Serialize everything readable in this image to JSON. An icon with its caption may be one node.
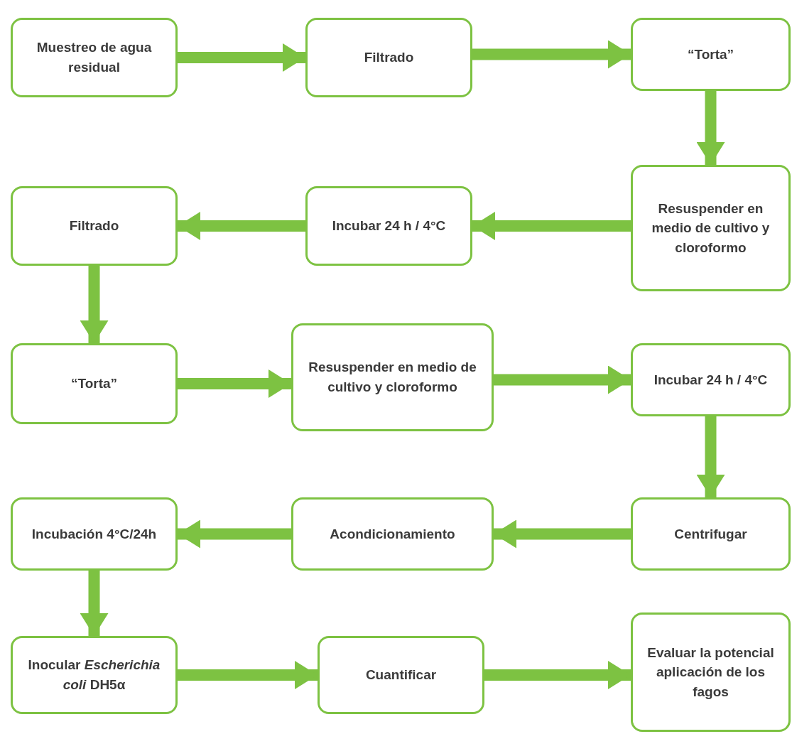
{
  "diagram": {
    "nodes": [
      {
        "text": [
          "Muestreo de agua residual"
        ]
      },
      {
        "text": [
          "Filtrado"
        ]
      },
      {
        "text": [
          "“Torta”"
        ]
      },
      {
        "text": [
          "Resuspender en medio de cultivo y cloroformo"
        ]
      },
      {
        "text": [
          "Incubar 24 h / 4°C"
        ]
      },
      {
        "text": [
          "Filtrado"
        ]
      },
      {
        "text": [
          "“Torta”"
        ]
      },
      {
        "text": [
          "Resuspender en medio de cultivo y cloroformo"
        ]
      },
      {
        "text": [
          "Incubar 24 h / 4°C"
        ]
      },
      {
        "text": [
          "Centrifugar"
        ]
      },
      {
        "text": [
          "Acondicionamiento"
        ]
      },
      {
        "text": [
          "Incubación 4°C/24h"
        ]
      },
      {
        "text": [
          "Inocular *Escherichia coli* DH5α"
        ]
      },
      {
        "text": [
          "Cuantificar"
        ]
      },
      {
        "text": [
          "Evaluar la potencial aplicación de los fagos"
        ]
      }
    ],
    "edges": [
      {
        "from": 0,
        "to": 1,
        "arrow": "to"
      },
      {
        "from": 1,
        "to": 2,
        "arrow": "to"
      },
      {
        "from": 2,
        "to": 3,
        "arrow": "to"
      },
      {
        "from": 3,
        "to": 4,
        "arrow": "to"
      },
      {
        "from": 4,
        "to": 5,
        "arrow": "to"
      },
      {
        "from": 5,
        "to": 6,
        "arrow": "to"
      },
      {
        "from": 6,
        "to": 7,
        "arrow": "to"
      },
      {
        "from": 7,
        "to": 8,
        "arrow": "to"
      },
      {
        "from": 8,
        "to": 9,
        "arrow": "to"
      },
      {
        "from": 9,
        "to": 10,
        "arrow": "to"
      },
      {
        "from": 10,
        "to": 11,
        "arrow": "to"
      },
      {
        "from": 11,
        "to": 12,
        "arrow": "to"
      },
      {
        "from": 12,
        "to": 13,
        "arrow": "to"
      },
      {
        "from": 13,
        "to": 14,
        "arrow": "to"
      }
    ]
  }
}
